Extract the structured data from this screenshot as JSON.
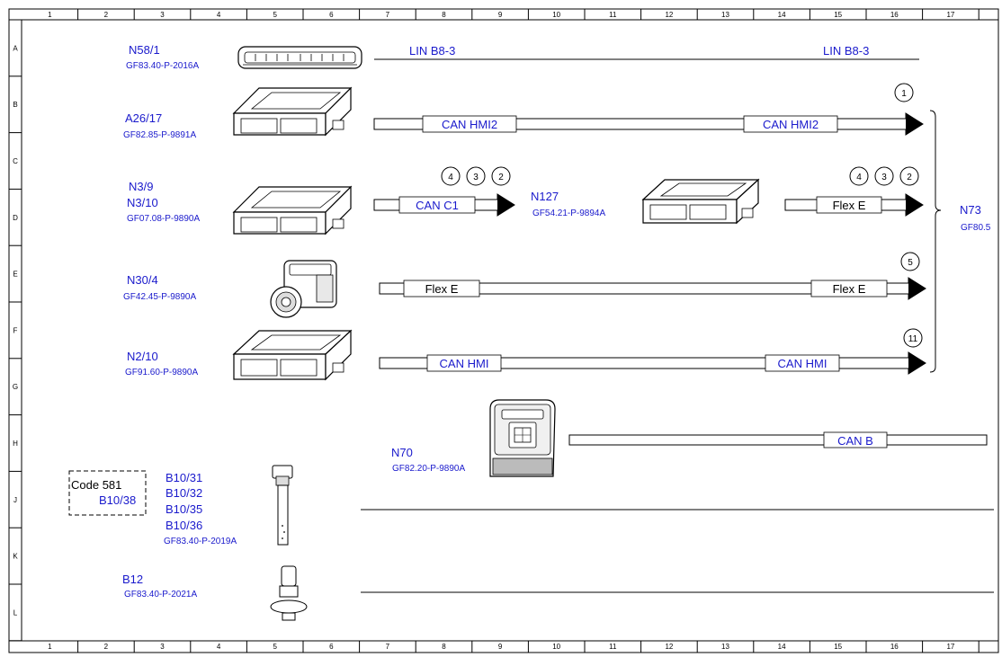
{
  "grid": {
    "columns": [
      "1",
      "2",
      "3",
      "4",
      "5",
      "6",
      "7",
      "8",
      "9",
      "10",
      "11",
      "12",
      "13",
      "14",
      "15",
      "16",
      "17"
    ],
    "rows": [
      "A",
      "B",
      "C",
      "D",
      "E",
      "F",
      "G",
      "H",
      "J",
      "K",
      "L"
    ]
  },
  "components": {
    "n58_1": {
      "name": "N58/1",
      "ref": "GF83.40-P-2016A"
    },
    "a26_17": {
      "name": "A26/17",
      "ref": "GF82.85-P-9891A"
    },
    "n3_9": {
      "name1": "N3/9",
      "name2": "N3/10",
      "ref": "GF07.08-P-9890A"
    },
    "n127": {
      "name": "N127",
      "ref": "GF54.21-P-9894A"
    },
    "n30_4": {
      "name": "N30/4",
      "ref": "GF42.45-P-9890A"
    },
    "n2_10": {
      "name": "N2/10",
      "ref": "GF91.60-P-9890A"
    },
    "n70": {
      "name": "N70",
      "ref": "GF82.20-P-9890A"
    },
    "b10": {
      "names": [
        "B10/31",
        "B10/32",
        "B10/35",
        "B10/36"
      ],
      "ref": "GF83.40-P-2019A"
    },
    "code_box": {
      "line1": "Code 581",
      "line2": "B10/38"
    },
    "b12": {
      "name": "B12",
      "ref": "GF83.40-P-2021A"
    },
    "n73": {
      "name": "N73",
      "ref": "GF80.5"
    }
  },
  "buses": {
    "lin_left": "LIN B8-3",
    "lin_right": "LIN B8-3",
    "can_hmi2_left": "CAN HMI2",
    "can_hmi2_right": "CAN HMI2",
    "can_c1": "CAN C1",
    "flex_e_n127": "Flex E",
    "flex_e_left": "Flex E",
    "flex_e_right": "Flex E",
    "can_hmi_left": "CAN HMI",
    "can_hmi_right": "CAN HMI",
    "can_b": "CAN B"
  },
  "markers": {
    "hmi2": "1",
    "canc1": [
      "4",
      "3",
      "2"
    ],
    "flex_n127": [
      "4",
      "3",
      "2"
    ],
    "flex_n30": "5",
    "hmi": "11"
  },
  "colors": {
    "label_blue": "#1a1acc",
    "line": "#000000"
  }
}
